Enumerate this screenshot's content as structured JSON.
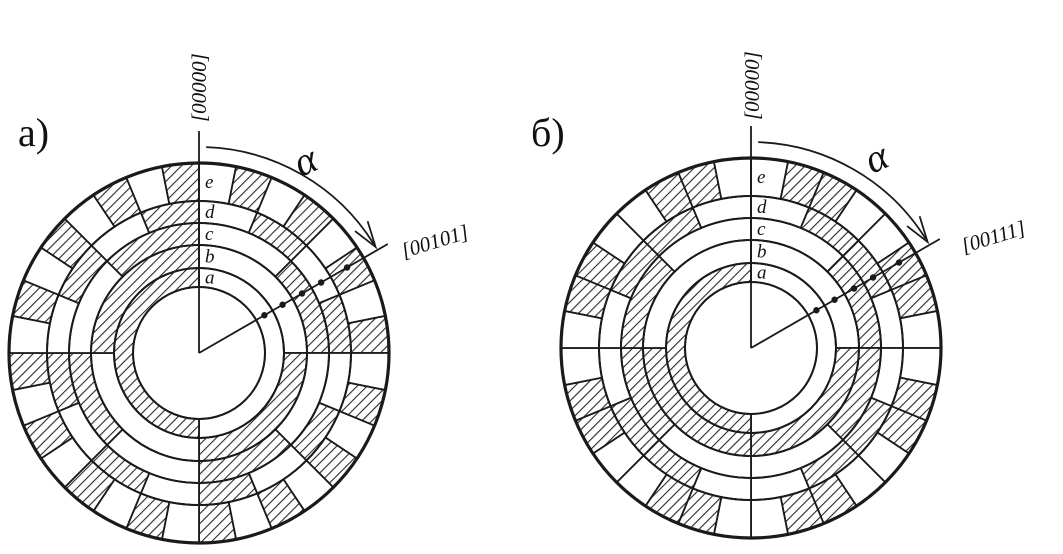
{
  "panels": [
    {
      "label": "а)",
      "top_code": "[00000]",
      "angle_code": "[00101]",
      "angle_symbol": "α",
      "ring_letters": [
        "a",
        "b",
        "c",
        "d",
        "e"
      ],
      "encoding": "binary"
    },
    {
      "label": "б)",
      "top_code": "[00000]",
      "angle_code": "[00111]",
      "angle_symbol": "α",
      "ring_letters": [
        "a",
        "b",
        "c",
        "d",
        "e"
      ],
      "encoding": "gray"
    }
  ],
  "colors": {
    "ink": "#1a1a1a",
    "hatch": "#2a2a2a",
    "paper": "#ffffff"
  }
}
